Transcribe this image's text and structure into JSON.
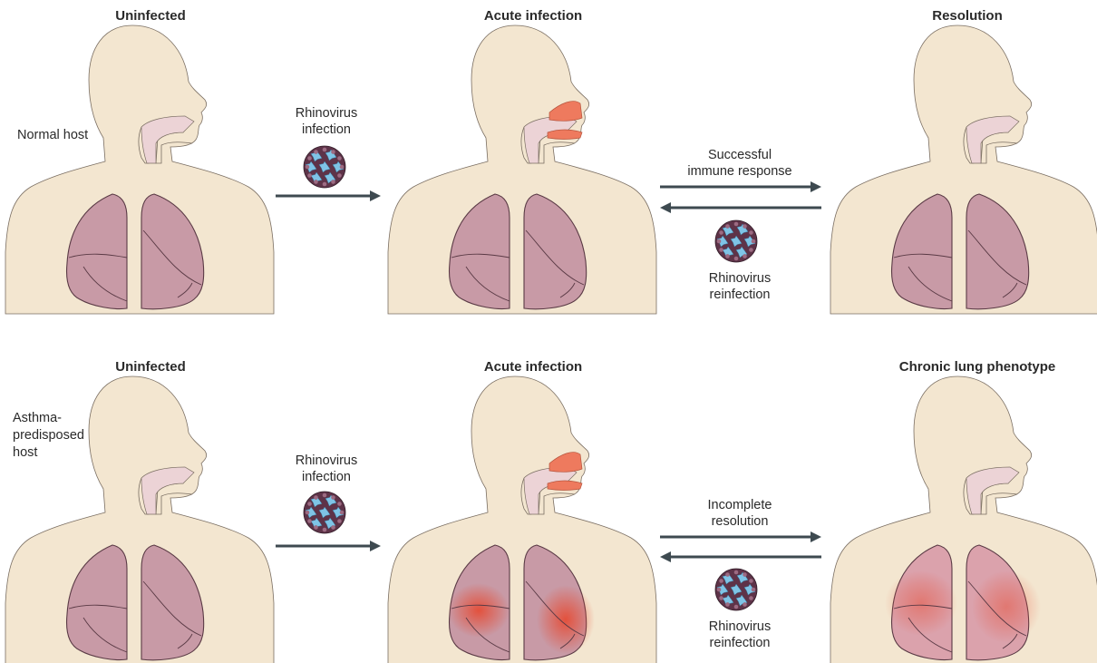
{
  "rows": [
    {
      "host_label": "Normal host",
      "stages": [
        {
          "title": "Uninfected",
          "state": "healthy"
        },
        {
          "title": "Acute infection",
          "state": "acute"
        },
        {
          "title": "Resolution",
          "state": "healthy"
        }
      ],
      "infection_arrow": {
        "label_line1": "Rhinovirus",
        "label_line2": "infection"
      },
      "forward_arrow": {
        "label_line1": "Successful",
        "label_line2": "immune response"
      },
      "back_arrow": {
        "label_line1": "Rhinovirus",
        "label_line2": "reinfection"
      }
    },
    {
      "host_label": "Asthma-\npredisposed\nhost",
      "host_label_lines": [
        "Asthma-",
        "predisposed",
        "host"
      ],
      "stages": [
        {
          "title": "Uninfected",
          "state": "healthy"
        },
        {
          "title": "Acute infection",
          "state": "inflamed"
        },
        {
          "title": "Chronic lung phenotype",
          "state": "chronic"
        }
      ],
      "infection_arrow": {
        "label_line1": "Rhinovirus",
        "label_line2": "infection"
      },
      "forward_arrow": {
        "label_line1": "Incomplete",
        "label_line2": "resolution"
      },
      "back_arrow": {
        "label_line1": "Rhinovirus",
        "label_line2": "reinfection"
      }
    }
  ],
  "colors": {
    "skin": "#f3e6d0",
    "skin_outline": "#7a6e62",
    "lung": "#c89aa6",
    "lung_outline": "#5a3a45",
    "airway": "#ecd3d6",
    "nose_inflamed": "#ee7a5e",
    "inflammation": "#e8442a",
    "arrow": "#3e4a50",
    "virus_dark": "#5e3348",
    "virus_light": "#7fc4e6"
  }
}
